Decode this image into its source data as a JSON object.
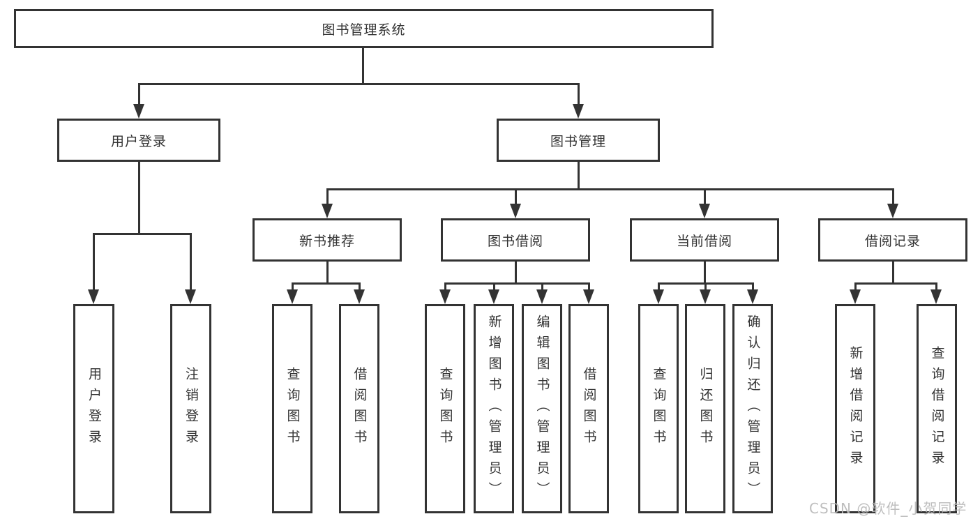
{
  "diagram_type": "functional-structure-tree",
  "colors": {
    "background": "#ffffff",
    "line": "#333333",
    "text": "#333333",
    "watermark": "#b9b9b9"
  },
  "watermark": {
    "text": "CSDN @软件_小贺同学"
  },
  "tree": {
    "label": "图书管理系统",
    "children": [
      {
        "label": "用户登录",
        "children": [
          {
            "label": "用户登录"
          },
          {
            "label": "注销登录"
          }
        ]
      },
      {
        "label": "图书管理",
        "children": [
          {
            "label": "新书推荐",
            "children": [
              {
                "label": "查询图书"
              },
              {
                "label": "借阅图书"
              }
            ]
          },
          {
            "label": "图书借阅",
            "children": [
              {
                "label": "查询图书"
              },
              {
                "label": "新增图书（管理员）"
              },
              {
                "label": "编辑图书（管理员）"
              },
              {
                "label": "借阅图书"
              }
            ]
          },
          {
            "label": "当前借阅",
            "children": [
              {
                "label": "查询图书"
              },
              {
                "label": "归还图书"
              },
              {
                "label": "确认归还（管理员）"
              }
            ]
          },
          {
            "label": "借阅记录",
            "children": [
              {
                "label": "新增借阅记录"
              },
              {
                "label": "查询借阅记录"
              }
            ]
          }
        ]
      }
    ]
  }
}
